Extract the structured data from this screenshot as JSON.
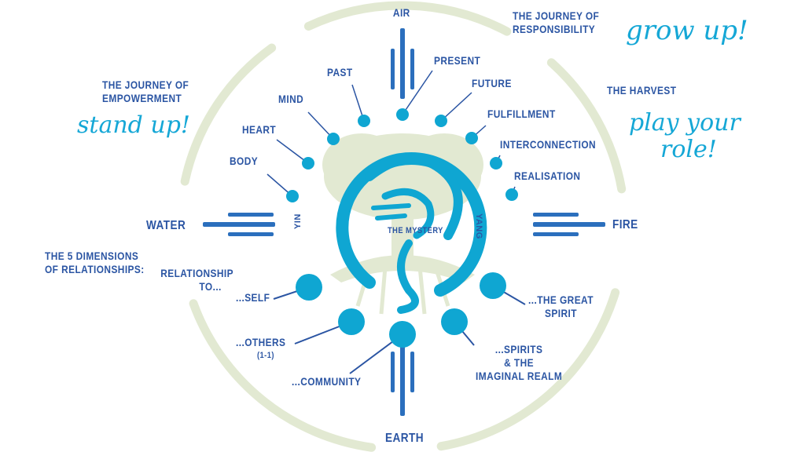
{
  "colors": {
    "dark_blue": "#2b55a3",
    "cyan": "#0fa6d2",
    "sage": "#e2e9d2"
  },
  "elements": {
    "air": "AIR",
    "water": "WATER",
    "fire": "FIRE",
    "earth": "EARTH"
  },
  "center": {
    "title": "THE MYSTERY",
    "yin": "YIN",
    "yang": "YANG"
  },
  "journeys": {
    "empowerment": {
      "title_line1": "THE JOURNEY OF",
      "title_line2": "EMPOWERMENT",
      "motto": "stand up!"
    },
    "responsibility": {
      "title_line1": "THE JOURNEY OF",
      "title_line2": "RESPONSIBILITY",
      "motto": "grow up!"
    },
    "harvest": {
      "title": "THE HARVEST",
      "motto_line1": "play your",
      "motto_line2": "role!"
    }
  },
  "upper_nodes": [
    "BODY",
    "HEART",
    "MIND",
    "PAST",
    "PRESENT",
    "FUTURE",
    "FULFILLMENT",
    "INTERCONNECTION",
    "REALISATION"
  ],
  "relationships": {
    "heading_line1": "THE 5 DIMENSIONS",
    "heading_line2": "OF RELATIONSHIPS:",
    "intro_line1": "RELATIONSHIP",
    "intro_line2": "TO...",
    "self": "...SELF",
    "others": "...OTHERS",
    "others_sub": "(1-1)",
    "community": "...COMMUNITY",
    "spirits_line1": "...SPIRITS",
    "spirits_line2": "& THE",
    "spirits_line3": "IMAGINAL REALM",
    "great_spirit_line1": "...THE GREAT",
    "great_spirit_line2": "SPIRIT"
  }
}
